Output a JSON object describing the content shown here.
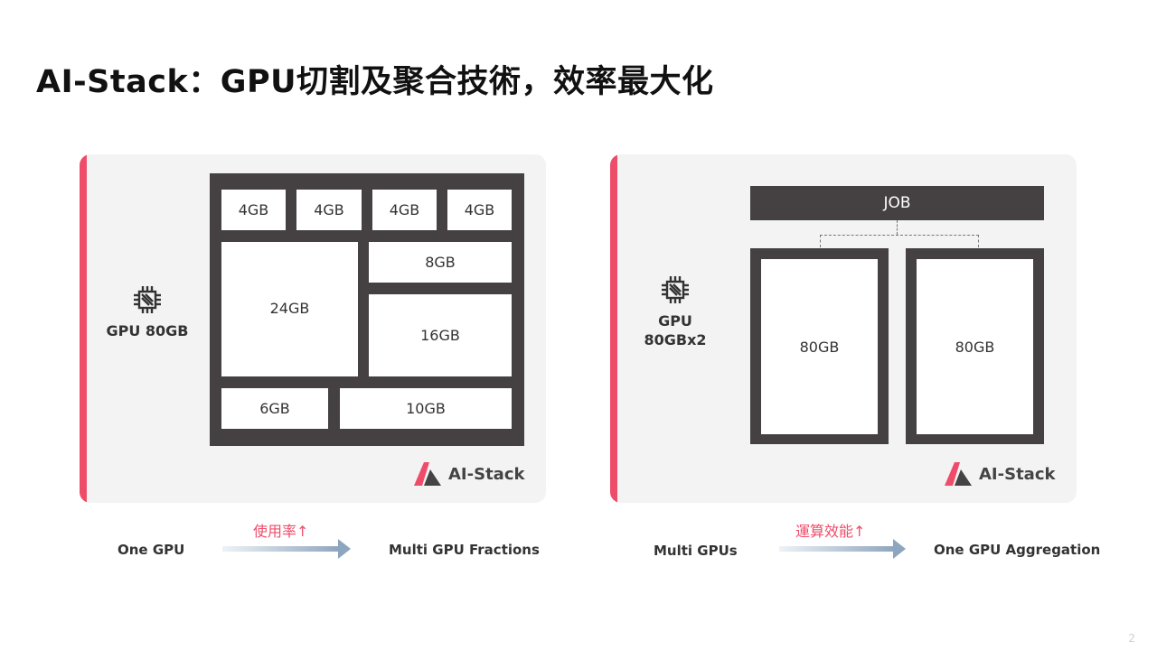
{
  "slide": {
    "title": "AI-Stack：GPU切割及聚合技術，效率最大化",
    "page_number": "2",
    "accent_color": "#ee4d6a",
    "panel_color": "#454142"
  },
  "left_card": {
    "gpu_label": "GPU 80GB",
    "icon": "cpu-chip-icon",
    "blocks": [
      "4GB",
      "4GB",
      "4GB",
      "4GB",
      "24GB",
      "8GB",
      "16GB",
      "6GB",
      "10GB"
    ],
    "brand": "AI-Stack"
  },
  "right_card": {
    "gpu_label_line1": "GPU",
    "gpu_label_line2": "80GBx2",
    "icon": "cpu-chip-icon",
    "job_label": "JOB",
    "gpus": [
      "80GB",
      "80GB"
    ],
    "brand": "AI-Stack"
  },
  "left_caption": {
    "from": "One GPU",
    "metric": "使用率↑",
    "to": "Multi GPU Fractions"
  },
  "right_caption": {
    "from": "Multi GPUs",
    "metric": "運算效能↑",
    "to": "One GPU Aggregation"
  }
}
